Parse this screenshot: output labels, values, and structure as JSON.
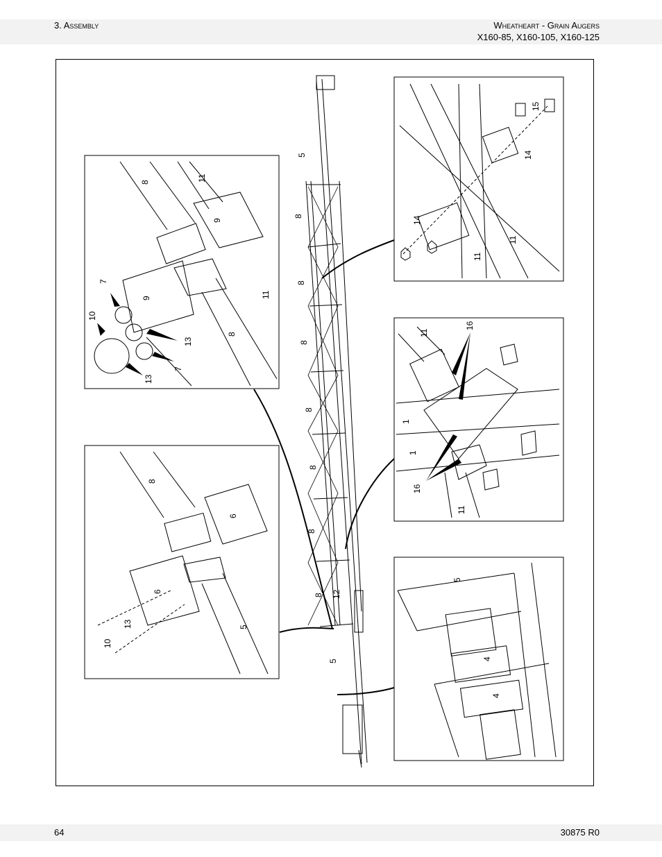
{
  "header": {
    "section": "3. Assembly",
    "brand_line": "Wheatheart - Grain Augers",
    "models_line": "X160-85, X160-105, X160-125"
  },
  "footer": {
    "page_number": "64",
    "doc_code": "30875 R0"
  },
  "figure": {
    "main_labels": [
      "5",
      "8",
      "8",
      "8",
      "8",
      "8",
      "8",
      "8",
      "12",
      "5"
    ],
    "detail_top_left": [
      "8",
      "11",
      "9",
      "7",
      "9",
      "10",
      "13",
      "8",
      "11",
      "13",
      "7"
    ],
    "detail_bottom_left": [
      "8",
      "6",
      "6",
      "13",
      "10",
      "5"
    ],
    "detail_top_right": [
      "15",
      "14",
      "14",
      "11",
      "11"
    ],
    "detail_mid_right": [
      "11",
      "16",
      "1",
      "1",
      "16",
      "11"
    ],
    "detail_bottom_right": [
      "5",
      "4",
      "4"
    ]
  }
}
